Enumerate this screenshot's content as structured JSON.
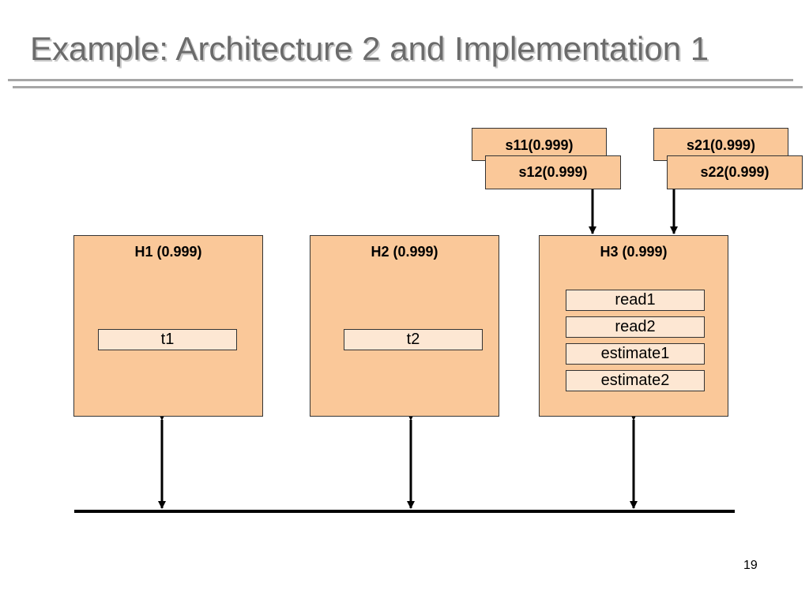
{
  "slide": {
    "title": "Example: Architecture 2 and Implementation 1",
    "page_number": "19"
  },
  "hosts": [
    {
      "label": "H1 (0.999)",
      "tasks": [
        "t1"
      ]
    },
    {
      "label": "H2 (0.999)",
      "tasks": [
        "t2"
      ]
    },
    {
      "label": "H3 (0.999)",
      "tasks": [
        "read1",
        "read2",
        "estimate1",
        "estimate2"
      ]
    }
  ],
  "sensors": [
    {
      "front": "s12(0.999)",
      "back": "s11(0.999)"
    },
    {
      "front": "s22(0.999)",
      "back": "s21(0.999)"
    }
  ],
  "colors": {
    "host_fill": "#fac899",
    "task_fill": "#fde7d3",
    "title": "#6b6b6b",
    "rule": "#a6a6a6"
  }
}
